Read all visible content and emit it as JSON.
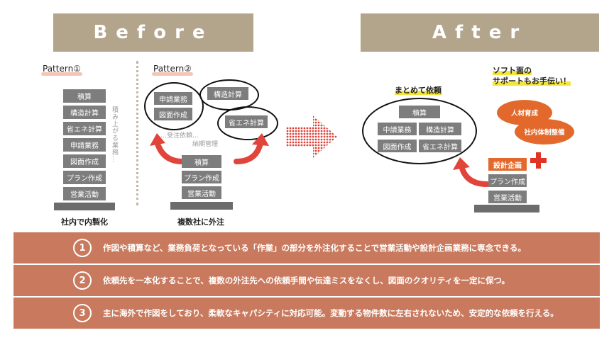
{
  "before": {
    "title": "Before",
    "pattern1": {
      "label": "Pattern①",
      "stack": [
        "積算",
        "構造計算",
        "省エネ計算",
        "申請業務",
        "図面作成",
        "プラン作成",
        "営業活動"
      ],
      "vertical_note": "積み上がる業務…",
      "caption": "社内で内製化"
    },
    "pattern2": {
      "label": "Pattern②",
      "stack": [
        "積算",
        "プラン作成",
        "営業活動"
      ],
      "ellipse_a": [
        "申請業務",
        "図面作成"
      ],
      "ellipse_b": [
        "構造計算"
      ],
      "ellipse_c": [
        "省エネ計算"
      ],
      "ghost_notes": [
        "…受注依頼…",
        "納期管理"
      ],
      "caption": "複数社に外注"
    }
  },
  "after": {
    "title": "After",
    "heading_left": "まとめて依頼",
    "heading_right_line1": "ソフト面の",
    "heading_right_line2": "サポートもお手伝い！",
    "grid": [
      "積算",
      "中請業務",
      "構造計算",
      "図面作成",
      "省エネ計算"
    ],
    "stack_highlight": "設計企画",
    "stack": [
      "プラン作成",
      "営業活動"
    ],
    "bubbles": [
      "人材育成",
      "社内体制整備"
    ]
  },
  "points": [
    {
      "num": "1",
      "text": "作図や積算など、業務負荷となっている「作業」の部分を外注化することで営業活動や設計企画業務に専念できる。"
    },
    {
      "num": "2",
      "text": "依頼先を一本化することで、複数の外注先への依頼手間や伝達ミスをなくし、図面のクオリティを一定に保つ。"
    },
    {
      "num": "3",
      "text": "主に海外で作図をしており、柔軟なキャパシティに対応可能。変動する物件数に左右されないため、安定的な依頼を行える。"
    }
  ],
  "colors": {
    "header": "#b3a48c",
    "block": "#7d7d7d",
    "band": "#c97a5e",
    "accent_orange": "#e2692b",
    "arrow_red": "#e0443a",
    "plus_red": "#e03425",
    "highlight_yellow": "#f3e63a"
  },
  "icons": [
    "curved-arrow-icon",
    "dotted-right-arrow-icon",
    "plus-icon"
  ]
}
